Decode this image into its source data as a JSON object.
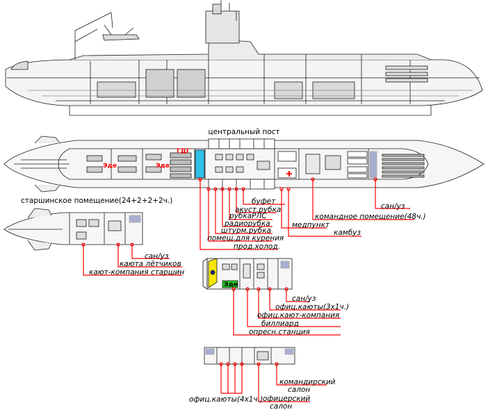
{
  "labels": {
    "central_post": "центральный пост",
    "senior_quarters": "старшинское помещение(24+2+2+2ч.)",
    "buffet": "буфет",
    "sonar_room": "акуст.рубка",
    "radar_room": "рубкаРЛС",
    "radio_room": "радиорубка",
    "nav_room": "штурм.рубка",
    "smoking_room": "помещ.для курения",
    "provision_cold": "прод.холод.",
    "medical": "медпункт",
    "crew_quarters": "командное помещение(48ч.)",
    "galley": "камбуз",
    "toilet_main": "сан/уз",
    "toilet_aft": "сан/уз",
    "pilots_cabin": "каюта лётчиков",
    "senior_messroom": "кают-компания старшин",
    "toilet_officers": "сан/уз",
    "officer_cabins_3": "офиц.каюты(3х1ч.)",
    "officer_messroom": "офиц.кают-компания",
    "billiards": "биллиард",
    "desalination": "опресн.станция",
    "officer_cabins_4": "офиц.каюты(4х1ч.)",
    "commander_salon_1": "командирский",
    "commander_salon_2": "салон",
    "officer_salon_1": "офицерский",
    "officer_salon_2": "салон"
  },
  "marks": {
    "gdg": "ГДГ",
    "ede_1": "Эде",
    "ede_2": "Эде",
    "ede_3": "Эде"
  },
  "colors": {
    "line": "#1a1a1a",
    "leader": "#ff0000",
    "cyan": "#2fbfe8",
    "yellow": "#f7e600",
    "green": "#22cc22",
    "navy": "#1a2b8c"
  }
}
